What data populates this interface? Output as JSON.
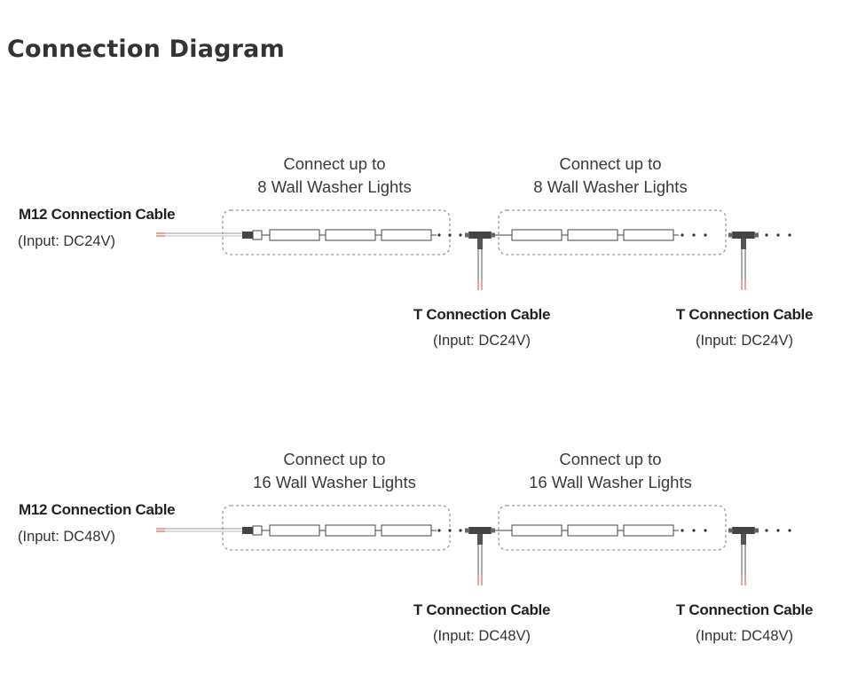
{
  "title": "Connection Diagram",
  "diagrams": [
    {
      "groups": [
        {
          "line1": "Connect up to",
          "line2": "8 Wall Washer Lights"
        },
        {
          "line1": "Connect up to",
          "line2": "8 Wall Washer Lights"
        }
      ],
      "m12": {
        "name": "M12 Connection Cable",
        "input": "(Input: DC24V)"
      },
      "t_cables": [
        {
          "name": "T Connection Cable",
          "input": "(Input: DC24V)"
        },
        {
          "name": "T Connection Cable",
          "input": "(Input: DC24V)"
        }
      ]
    },
    {
      "groups": [
        {
          "line1": "Connect up to",
          "line2": "16 Wall Washer Lights"
        },
        {
          "line1": "Connect up to",
          "line2": "16 Wall Washer Lights"
        }
      ],
      "m12": {
        "name": "M12 Connection Cable",
        "input": "(Input: DC48V)"
      },
      "t_cables": [
        {
          "name": "T Connection Cable",
          "input": "(Input: DC48V)"
        },
        {
          "name": "T Connection Cable",
          "input": "(Input: DC48V)"
        }
      ]
    }
  ],
  "colors": {
    "wire_red": "#d9453f",
    "line": "#555555",
    "dash": "#9a9a9a"
  }
}
